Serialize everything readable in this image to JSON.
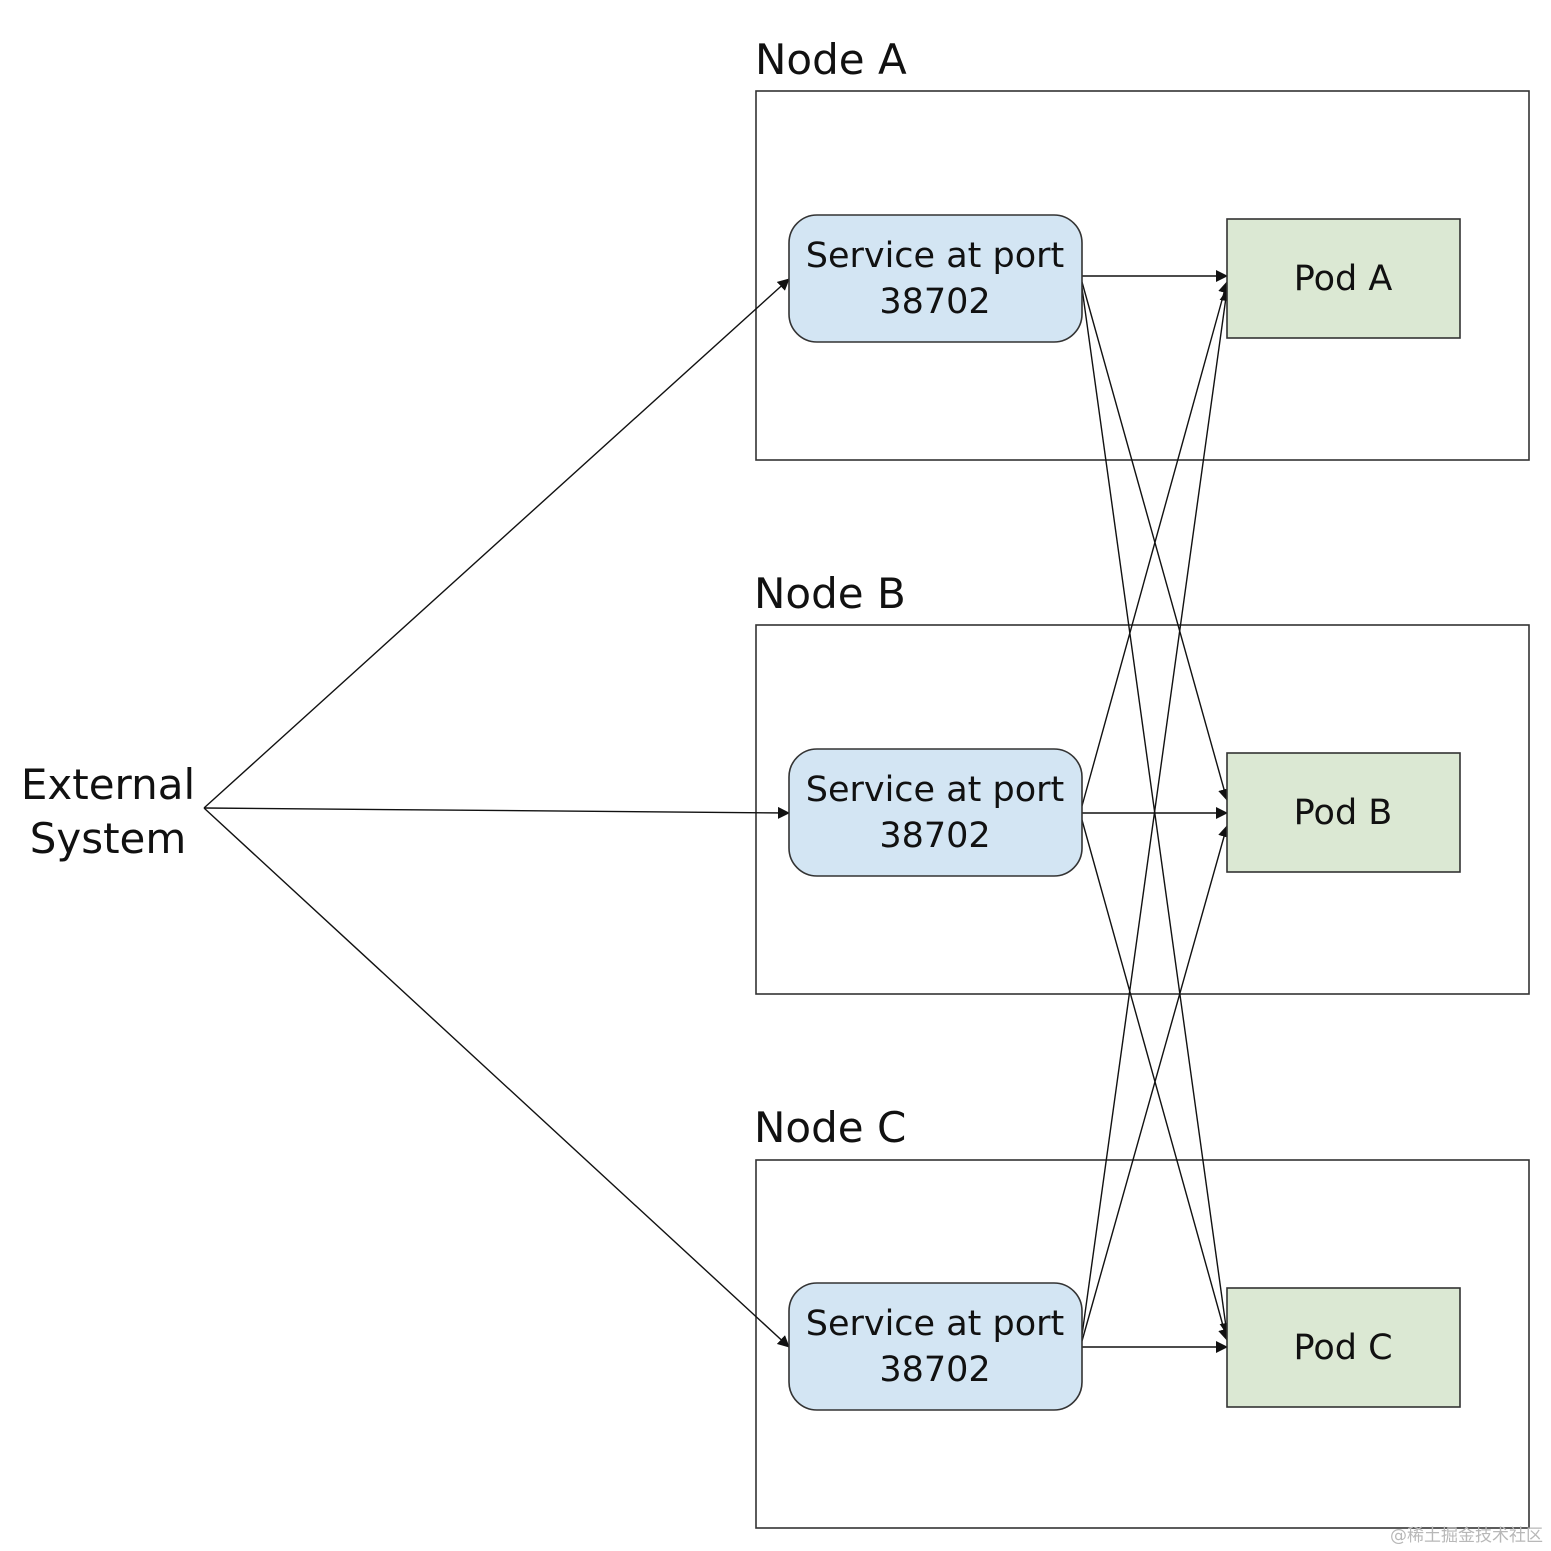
{
  "external": {
    "line1": "External",
    "line2": "System"
  },
  "nodes": [
    {
      "label": "Node A",
      "service": {
        "line1": "Service at port",
        "line2": "38702"
      },
      "pod": "Pod A"
    },
    {
      "label": "Node B",
      "service": {
        "line1": "Service at port",
        "line2": "38702"
      },
      "pod": "Pod B"
    },
    {
      "label": "Node C",
      "service": {
        "line1": "Service at port",
        "line2": "38702"
      },
      "pod": "Pod C"
    }
  ],
  "watermark": "@稀土掘金技术社区",
  "colors": {
    "service_fill": "#d3e5f3",
    "pod_fill": "#dbe8d3",
    "stroke": "#333333"
  }
}
